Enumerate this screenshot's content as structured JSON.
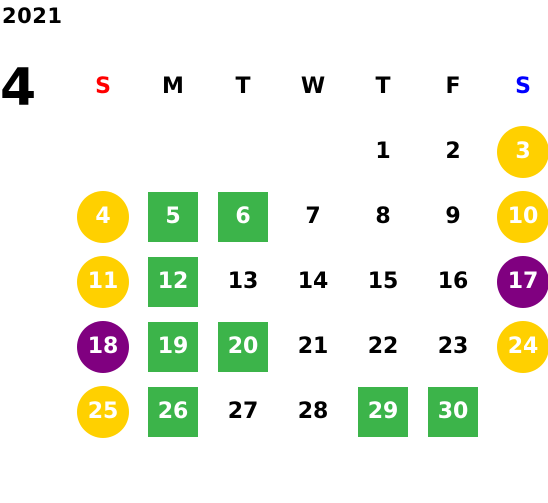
{
  "year": "2021",
  "month": "4",
  "weekday_headers": [
    {
      "label": "S",
      "color": "#ff0000"
    },
    {
      "label": "M",
      "color": "#000000"
    },
    {
      "label": "T",
      "color": "#000000"
    },
    {
      "label": "W",
      "color": "#000000"
    },
    {
      "label": "T",
      "color": "#000000"
    },
    {
      "label": "F",
      "color": "#000000"
    },
    {
      "label": "S",
      "color": "#0000ff"
    }
  ],
  "colors": {
    "yellow": "#ffd000",
    "green": "#3cb44a",
    "purple": "#800080",
    "text": "#000000"
  },
  "weeks": [
    [
      null,
      null,
      null,
      null,
      {
        "day": "1"
      },
      {
        "day": "2"
      },
      {
        "day": "3",
        "style": "circle",
        "color": "yellow"
      }
    ],
    [
      {
        "day": "4",
        "style": "circle",
        "color": "yellow"
      },
      {
        "day": "5",
        "style": "square",
        "color": "green"
      },
      {
        "day": "6",
        "style": "square",
        "color": "green"
      },
      {
        "day": "7"
      },
      {
        "day": "8"
      },
      {
        "day": "9"
      },
      {
        "day": "10",
        "style": "circle",
        "color": "yellow"
      }
    ],
    [
      {
        "day": "11",
        "style": "circle",
        "color": "yellow"
      },
      {
        "day": "12",
        "style": "square",
        "color": "green"
      },
      {
        "day": "13"
      },
      {
        "day": "14"
      },
      {
        "day": "15"
      },
      {
        "day": "16"
      },
      {
        "day": "17",
        "style": "circle",
        "color": "purple"
      }
    ],
    [
      {
        "day": "18",
        "style": "circle",
        "color": "purple"
      },
      {
        "day": "19",
        "style": "square",
        "color": "green"
      },
      {
        "day": "20",
        "style": "square",
        "color": "green"
      },
      {
        "day": "21"
      },
      {
        "day": "22"
      },
      {
        "day": "23"
      },
      {
        "day": "24",
        "style": "circle",
        "color": "yellow"
      }
    ],
    [
      {
        "day": "25",
        "style": "circle",
        "color": "yellow"
      },
      {
        "day": "26",
        "style": "square",
        "color": "green"
      },
      {
        "day": "27"
      },
      {
        "day": "28"
      },
      {
        "day": "29",
        "style": "square",
        "color": "green"
      },
      {
        "day": "30",
        "style": "square",
        "color": "green"
      },
      null
    ]
  ]
}
